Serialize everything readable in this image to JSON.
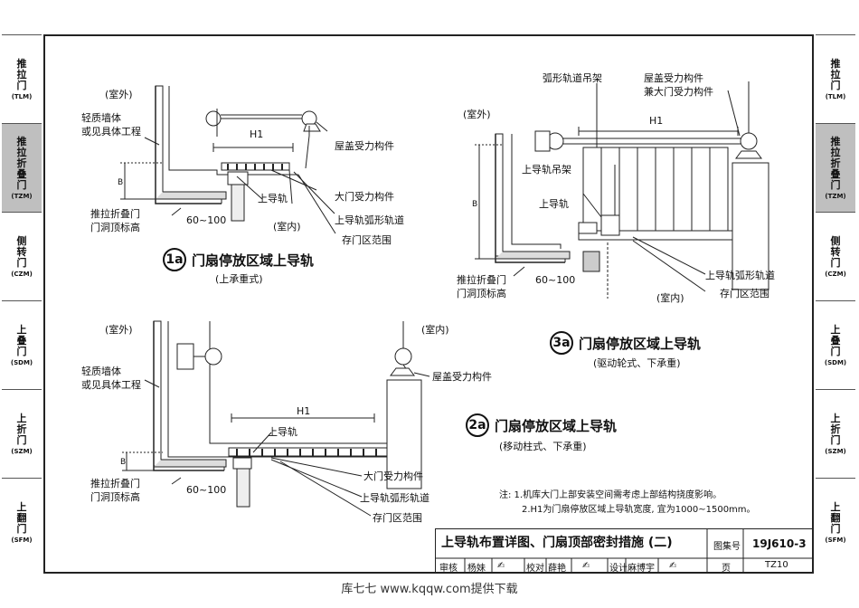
{
  "side_tabs": [
    {
      "label": "推拉门",
      "code": "(TLM)",
      "active": false
    },
    {
      "label": "推拉折叠门",
      "code": "(TZM)",
      "active": true
    },
    {
      "label": "侧转门",
      "code": "(CZM)",
      "active": false
    },
    {
      "label": "上叠门",
      "code": "(SDM)",
      "active": false
    },
    {
      "label": "上折门",
      "code": "(SZM)",
      "active": false
    },
    {
      "label": "上翻门",
      "code": "(SFM)",
      "active": false
    }
  ],
  "diagram_1a": {
    "outdoor": "(室外)",
    "indoor": "(室内)",
    "wall": "轻质墙体",
    "wall2": "或见具体工程",
    "h1": "H1",
    "roof": "屋盖受力构件",
    "rail": "上导轨",
    "door_member": "大门受力构件",
    "arc_track": "上导轨弧形轨道",
    "storage": "存门区范围",
    "height1": "推拉折叠门",
    "height2": "门洞顶标高",
    "dim": "60~100",
    "b": "B",
    "title_num": "1a",
    "title": "门扇停放区域上导轨",
    "subtitle": "(上承重式)"
  },
  "diagram_2a": {
    "outdoor": "(室外)",
    "indoor": "(室内)",
    "wall": "轻质墙体",
    "wall2": "或见具体工程",
    "h1": "H1",
    "roof": "屋盖受力构件",
    "rail": "上导轨",
    "door_member": "大门受力构件",
    "arc_track": "上导轨弧形轨道",
    "storage": "存门区范围",
    "height1": "推拉折叠门",
    "height2": "门洞顶标高",
    "dim": "60~100",
    "b": "B",
    "title_num": "2a",
    "title": "门扇停放区域上导轨",
    "subtitle": "(移动柱式、下承重)"
  },
  "diagram_3a": {
    "outdoor": "(室外)",
    "indoor": "(室内)",
    "hanger_arc": "弧形轨道吊架",
    "roof1": "屋盖受力构件",
    "roof2": "兼大门受力构件",
    "h1": "H1",
    "rail_hanger": "上导轨吊架",
    "rail": "上导轨",
    "arc_track": "上导轨弧形轨道",
    "storage": "存门区范围",
    "height1": "推拉折叠门",
    "height2": "门洞顶标高",
    "dim": "60~100",
    "b": "B",
    "title_num": "3a",
    "title": "门扇停放区域上导轨",
    "subtitle": "(驱动轮式、下承重)"
  },
  "notes": {
    "line1": "注: 1.机库大门上部安装空间需考虑上部结构挠度影响。",
    "line2": "2.H1为门扇停放区域上导轨宽度, 宜为1000~1500mm。"
  },
  "title_block": {
    "title": "上导轨布置详图、门扇顶部密封措施 (二)",
    "atlas_label": "图集号",
    "atlas_no": "19J610-3",
    "review": "审核",
    "reviewer": "杨妹",
    "check": "校对",
    "checker": "薛艳",
    "design": "设计",
    "designer": "麻博宇",
    "page_label": "页",
    "page_no": "TZ10"
  },
  "footer": "库七七 www.kqqw.com提供下载"
}
